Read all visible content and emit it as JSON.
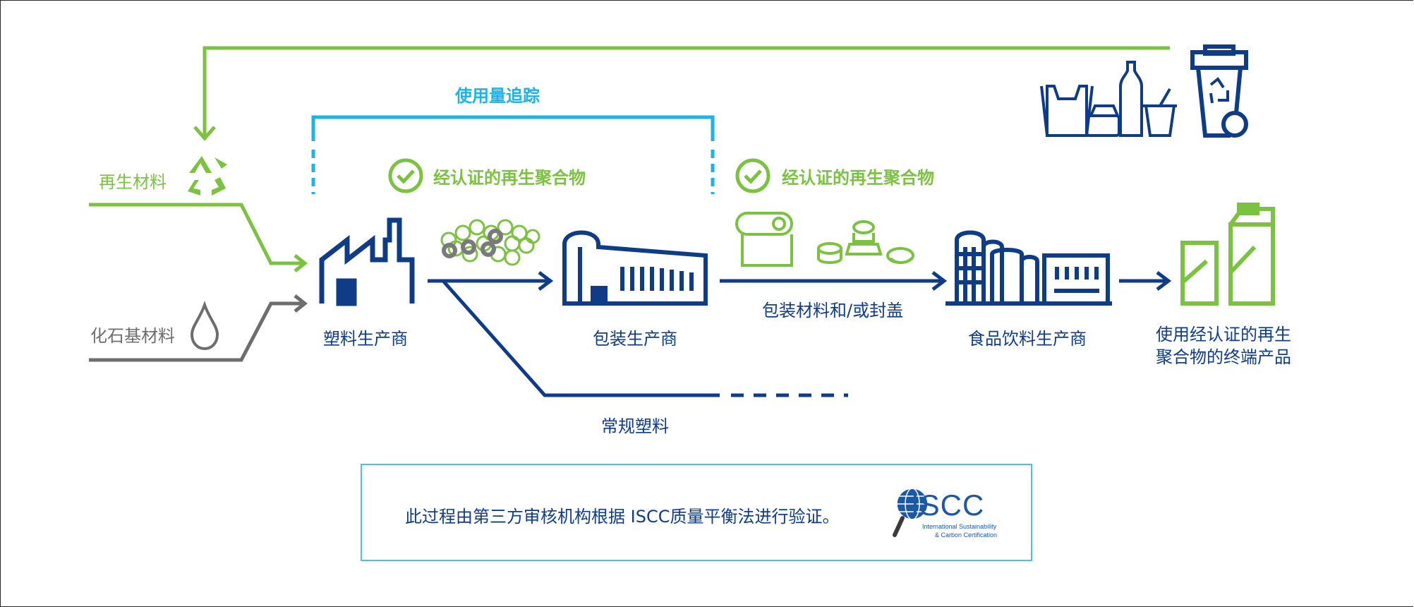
{
  "recycled_material_label": "再生材料",
  "fossil_material_label": "化石基材料",
  "mass_tracking_label": "使用量追踪",
  "certified_label_1": "经认证的再生聚合物",
  "certified_label_2": "经认证的再生聚合物",
  "plastic_producer_label": "塑料生产商",
  "packaging_producer_label": "包装生产商",
  "packaging_materials_label": "包装材料和/或封盖",
  "food_beverage_label": "食品饮料生产商",
  "end_product_label": "使用经认证的再生聚合物的终端产品",
  "conventional_plastic_label": "常规塑料",
  "verification_text": "此过程由第三方审核机构根据 ISCC质量平衡法进行验证。",
  "iscc_logo": {
    "name": "ISCC",
    "subtitle_1": "International Sustainability",
    "subtitle_2": "& Carbon Certification"
  },
  "colors": {
    "navy": "#0f3c86",
    "green": "#7cc242",
    "gray": "#6d6d6d",
    "cyan": "#1fb2e6"
  }
}
